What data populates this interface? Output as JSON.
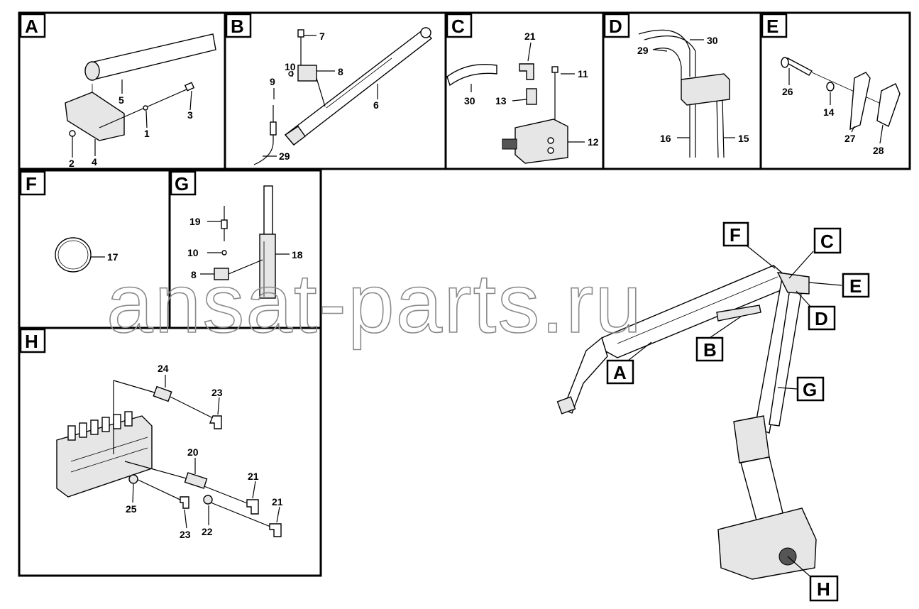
{
  "panels": [
    {
      "id": "A",
      "label": "A",
      "callouts": [
        "1",
        "2",
        "3",
        "4",
        "5"
      ]
    },
    {
      "id": "B",
      "label": "B",
      "callouts": [
        "6",
        "7",
        "8",
        "9",
        "10",
        "29"
      ]
    },
    {
      "id": "C",
      "label": "C",
      "callouts": [
        "11",
        "12",
        "13",
        "21",
        "30"
      ]
    },
    {
      "id": "D",
      "label": "D",
      "callouts": [
        "15",
        "16",
        "29",
        "30"
      ]
    },
    {
      "id": "E",
      "label": "E",
      "callouts": [
        "14",
        "26",
        "27",
        "28"
      ]
    },
    {
      "id": "F",
      "label": "F",
      "callouts": [
        "17"
      ]
    },
    {
      "id": "G",
      "label": "G",
      "callouts": [
        "8",
        "10",
        "18",
        "19"
      ]
    },
    {
      "id": "H",
      "label": "H",
      "callouts": [
        "20",
        "21",
        "21",
        "22",
        "23",
        "23",
        "24",
        "25"
      ]
    }
  ],
  "overview": {
    "labels": [
      "F",
      "C",
      "E",
      "D",
      "B",
      "A",
      "G",
      "H"
    ]
  },
  "watermark": "ansat-parts.ru"
}
